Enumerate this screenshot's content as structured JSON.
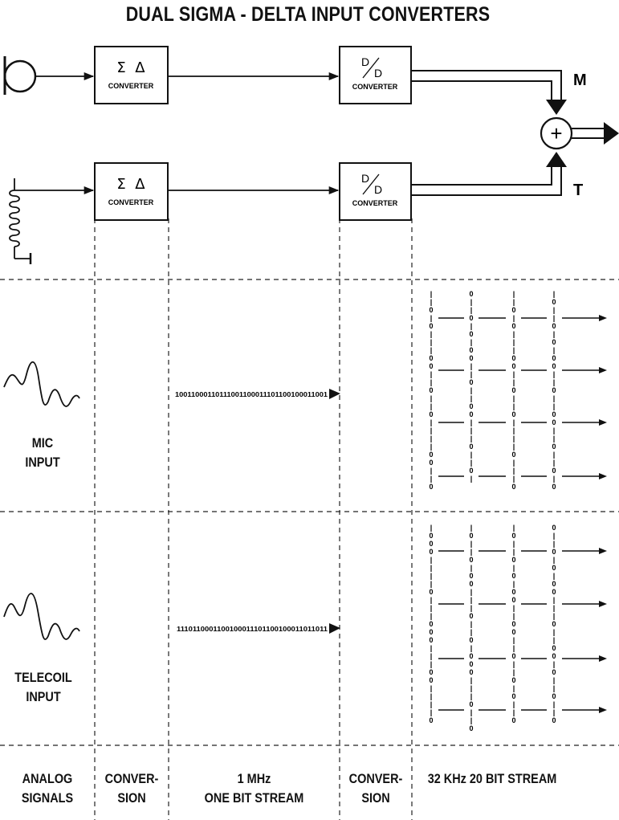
{
  "title": "DUAL SIGMA - DELTA INPUT CONVERTERS",
  "converters": {
    "sigma_delta_symbol": "Σ  Δ",
    "converter_label": "CONVERTER",
    "dd_symbol_top": "D",
    "dd_symbol_bottom": "D"
  },
  "summing": {
    "symbol": "+",
    "mic_tag": "M",
    "telecoil_tag": "T"
  },
  "rows": {
    "mic": {
      "label_line1": "MIC",
      "label_line2": "INPUT"
    },
    "telecoil": {
      "label_line1": "TELECOIL",
      "label_line2": "INPUT"
    }
  },
  "bitstreams": {
    "mic": "10011000110111001100011101100100011001",
    "telecoil": "1110110001100100011101100100011011011"
  },
  "columns": [
    {
      "line1": "ANALOG",
      "line2": "SIGNALS"
    },
    {
      "line1": "CONVER-",
      "line2": "SION"
    },
    {
      "line1": "1 MHz",
      "line2": "ONE BIT STREAM"
    },
    {
      "line1": "CONVER-",
      "line2": "SION"
    },
    {
      "line1": "32 KHz 20 BIT STREAM",
      "line2": ""
    }
  ],
  "word_columns": {
    "mic": [
      "||0|0|||00||0||0||||00||0",
      "0||0|0|00||0||00|||0||0|",
      "||0|0|||00||0||0||||0|||0",
      "|0||0|0|00||0||00||0||0|0"
    ],
    "telecoil": [
      "|000||||0|||000|||00||||0",
      "|0||0|00|||0||0|000|||0||0",
      "|0||0|0|00||00||0||0|0||0",
      "0||0|0|00|||0||00|0||0||0"
    ]
  }
}
